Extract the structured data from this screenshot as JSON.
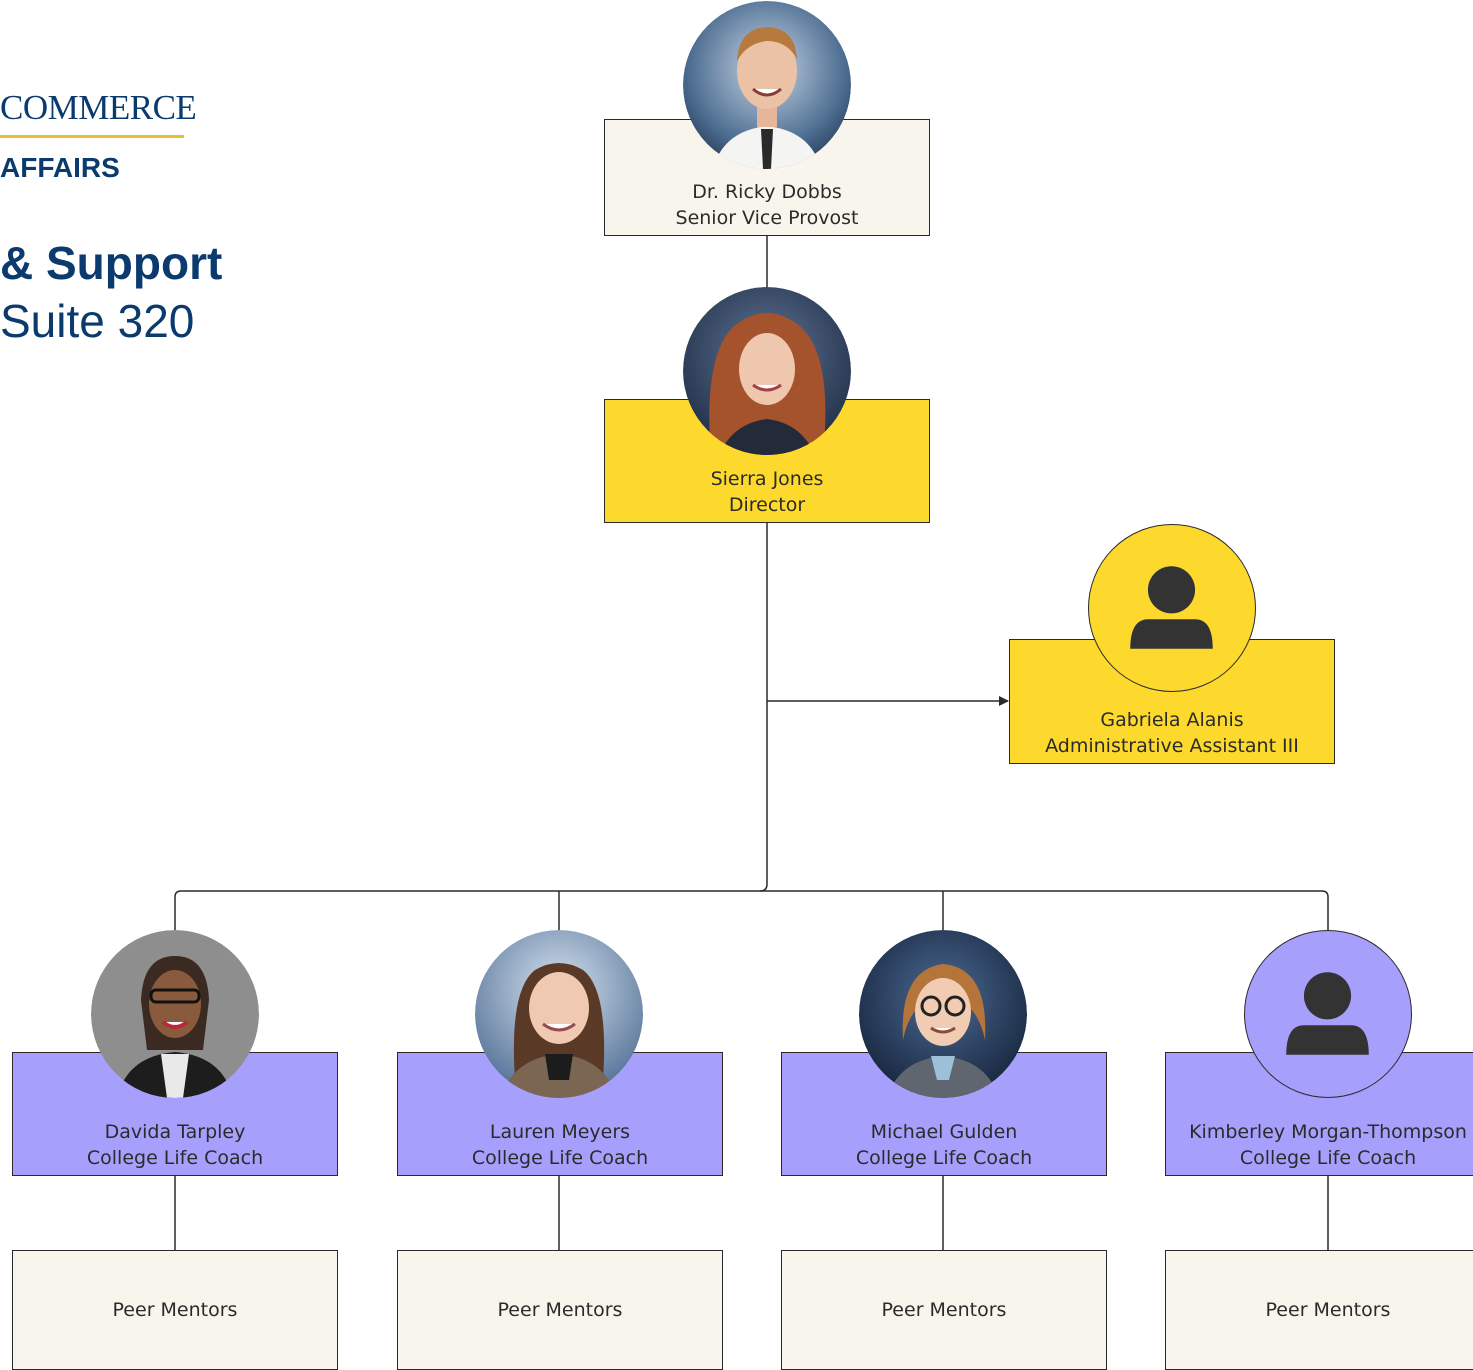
{
  "header": {
    "institution": "COMMERCE",
    "division": "AFFAIRS",
    "department": "& Support",
    "location": "Suite 320"
  },
  "chart": {
    "provost": {
      "name": "Dr. Ricky Dobbs",
      "title": "Senior Vice Provost"
    },
    "director": {
      "name": "Sierra Jones",
      "title": "Director"
    },
    "assistant": {
      "name": "Gabriela Alanis",
      "title": "Administrative Assistant III"
    },
    "coaches": [
      {
        "name": "Davida Tarpley",
        "title": "College Life Coach"
      },
      {
        "name": "Lauren Meyers",
        "title": "College Life Coach"
      },
      {
        "name": "Michael Gulden",
        "title": "College Life Coach"
      },
      {
        "name": "Kimberley Morgan-Thompson",
        "title": "College Life Coach"
      }
    ],
    "mentors": [
      {
        "label": "Peer Mentors"
      },
      {
        "label": "Peer Mentors"
      },
      {
        "label": "Peer Mentors"
      },
      {
        "label": "Peer Mentors"
      }
    ]
  },
  "colors": {
    "cream": "#f8f5ec",
    "yellow": "#fdd92e",
    "purple": "#a79ffc",
    "navy": "#0b3a6e",
    "gold": "#e7bd3c"
  }
}
